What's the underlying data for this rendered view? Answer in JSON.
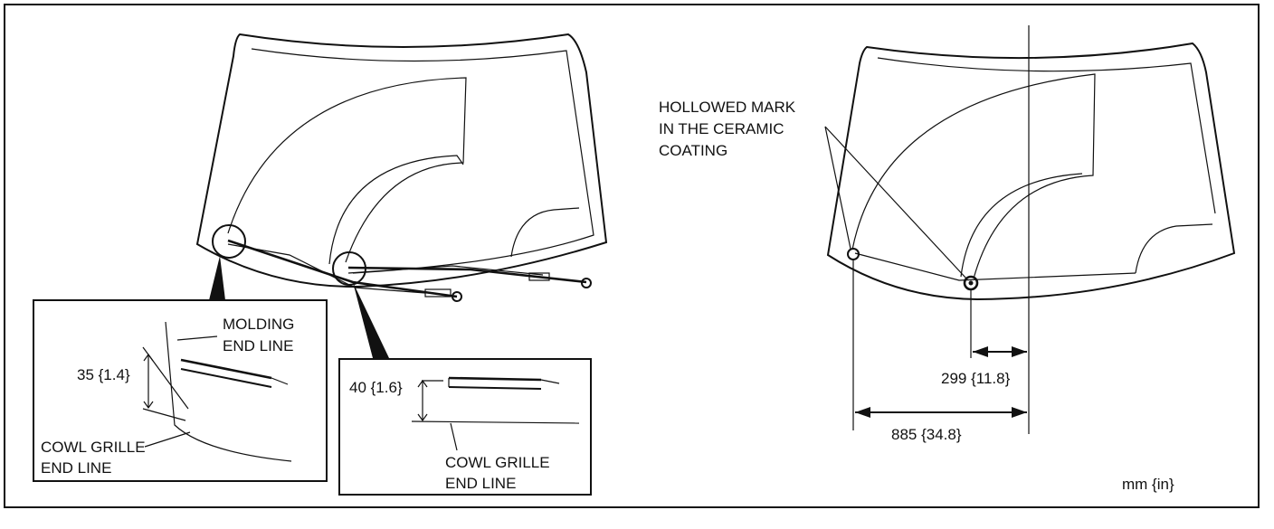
{
  "left_figure": {
    "detail_molding": {
      "dimension": "35 {1.4}",
      "molding_label": [
        "MOLDING",
        "END LINE"
      ],
      "cowl_label": [
        "COWL GRILLE",
        "END LINE"
      ]
    },
    "detail_center": {
      "dimension": "40 {1.6}",
      "cowl_label": [
        "COWL GRILLE",
        "END LINE"
      ]
    }
  },
  "right_figure": {
    "mark_label": [
      "HOLLOWED MARK",
      "IN THE CERAMIC",
      "COATING"
    ],
    "dim_short": "299 {11.8}",
    "dim_long": "885 {34.8}"
  },
  "units": "mm {in}"
}
